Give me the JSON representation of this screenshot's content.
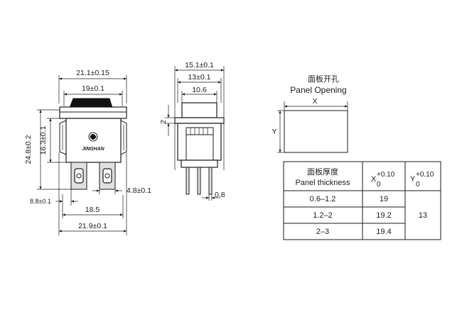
{
  "front_view": {
    "width_top": "21.1±0.15",
    "width_inner": "19±0.1",
    "height_total": "24.8±0.2",
    "height_body": "16.3±0.1",
    "terminal_width": "4.8±0.1",
    "terminal_offset": "8.8±0.1",
    "terminal_pitch": "18.5",
    "width_bottom": "21.9±0.1",
    "brand": "JINGHAN"
  },
  "side_view": {
    "width_outer": "15.1±0.1",
    "width_mid": "13±0.1",
    "width_inner": "10.6",
    "step": "2",
    "pin_thickness": "0.8"
  },
  "panel_opening": {
    "title_cn": "面板开孔",
    "title_en": "Panel Opening",
    "x_label": "X",
    "y_label": "Y"
  },
  "table": {
    "header_thickness_cn": "面板厚度",
    "header_thickness_en": "Panel thickness",
    "header_x": "X",
    "header_y": "Y",
    "tol_plus": "+0.10",
    "tol_zero": "0",
    "rows": [
      {
        "thickness": "0.6–1.2",
        "x": "19"
      },
      {
        "thickness": "1.2–2",
        "x": "19.2"
      },
      {
        "thickness": "2–3",
        "x": "19.4"
      }
    ],
    "y_value": "13"
  }
}
